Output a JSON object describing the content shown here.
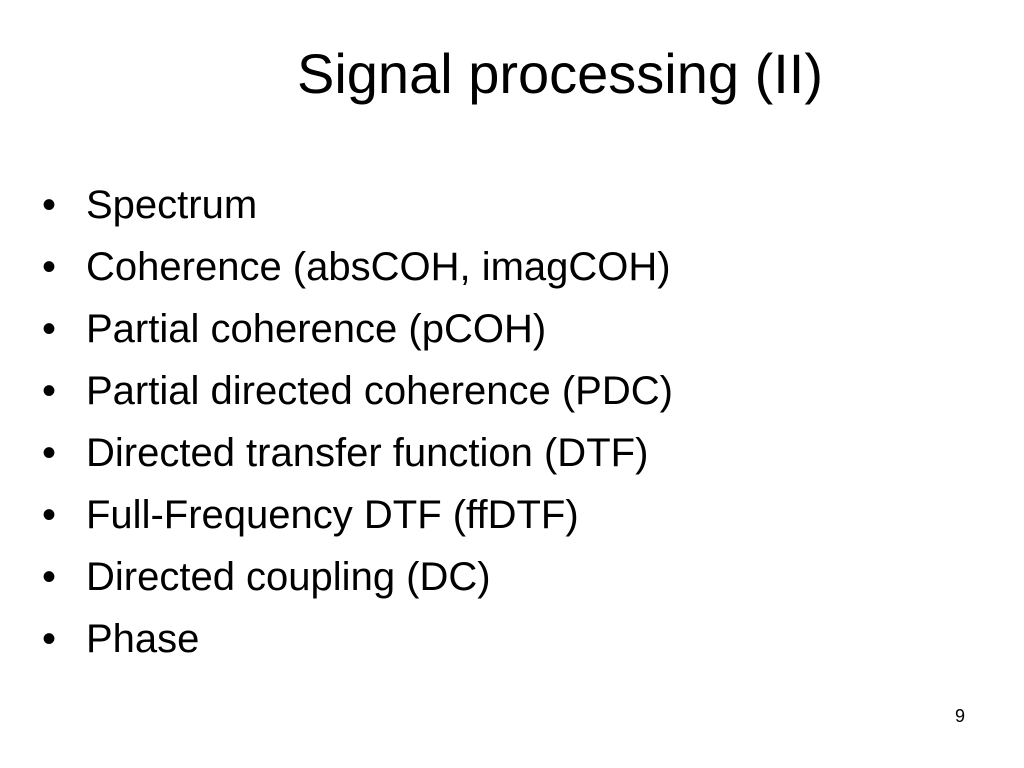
{
  "slide": {
    "title": "Signal processing (II)",
    "bullet_symbol": "•",
    "bullets": [
      "Spectrum",
      "Coherence (absCOH, imagCOH)",
      "Partial coherence (pCOH)",
      "Partial directed coherence (PDC)",
      "Directed transfer function (DTF)",
      "Full-Frequency DTF (ffDTF)",
      "Directed coupling (DC)",
      "Phase"
    ],
    "page_number": "9"
  }
}
